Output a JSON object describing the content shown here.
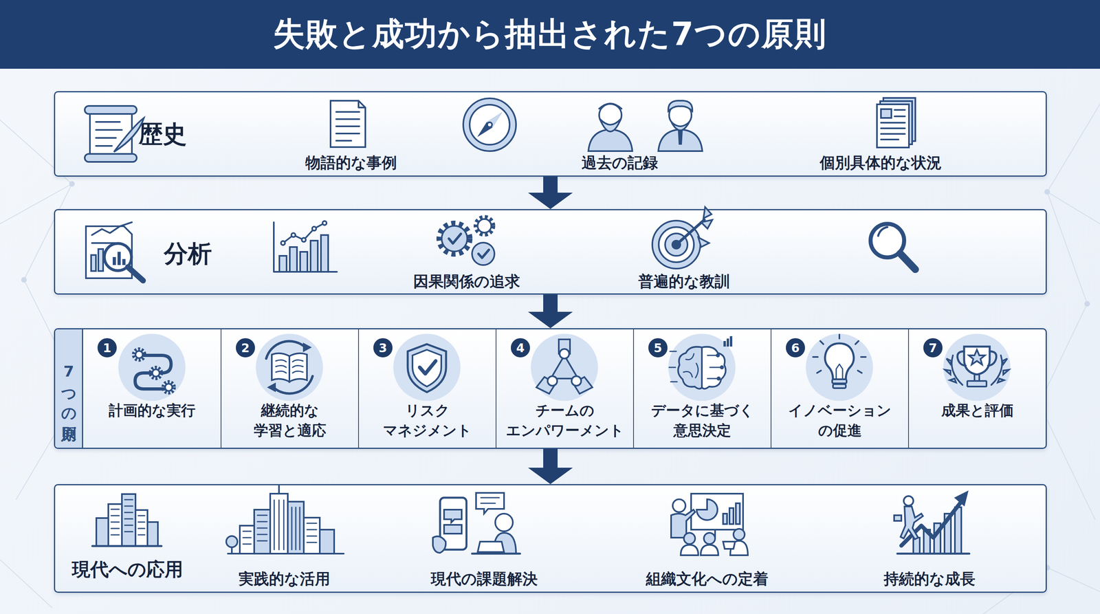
{
  "diagram": {
    "title": "失敗と成功から抽出された7つの原則",
    "nodes": [
      {
        "text": [
          "歴史"
        ]
      },
      {
        "text": [
          "分析"
        ]
      },
      {
        "text": [
          "7つの原則"
        ]
      },
      {
        "text": [
          "1",
          "計画的な実行"
        ],
        "in": 2
      },
      {
        "text": [
          "2",
          "継続的な 学習と適応"
        ],
        "in": 2
      },
      {
        "text": [
          "3",
          "リスク マネジメント"
        ],
        "in": 2
      },
      {
        "text": [
          "4",
          "チームの エンパワーメント"
        ],
        "in": 2
      },
      {
        "text": [
          "5",
          "データに基づく 意思決定"
        ],
        "in": 2
      },
      {
        "text": [
          "6",
          "イノベーション の促進"
        ],
        "in": 2
      },
      {
        "text": [
          "7",
          "成果と評価"
        ],
        "in": 2
      },
      {
        "text": [
          "現代への応用"
        ]
      }
    ],
    "edges": [
      {
        "from": 0,
        "to": 1,
        "arrow": "to"
      },
      {
        "from": 1,
        "to": 2,
        "arrow": "to"
      },
      {
        "from": 2,
        "to": 10,
        "arrow": "to"
      }
    ],
    "labels": [
      "物語的な事例",
      "過去の記録",
      "個別具体的な状況",
      "因果関係の追求",
      "普遍的な教訓",
      "実践的な活用",
      "現代の課題解決",
      "組織文化への定着",
      "持続的な成長"
    ]
  }
}
